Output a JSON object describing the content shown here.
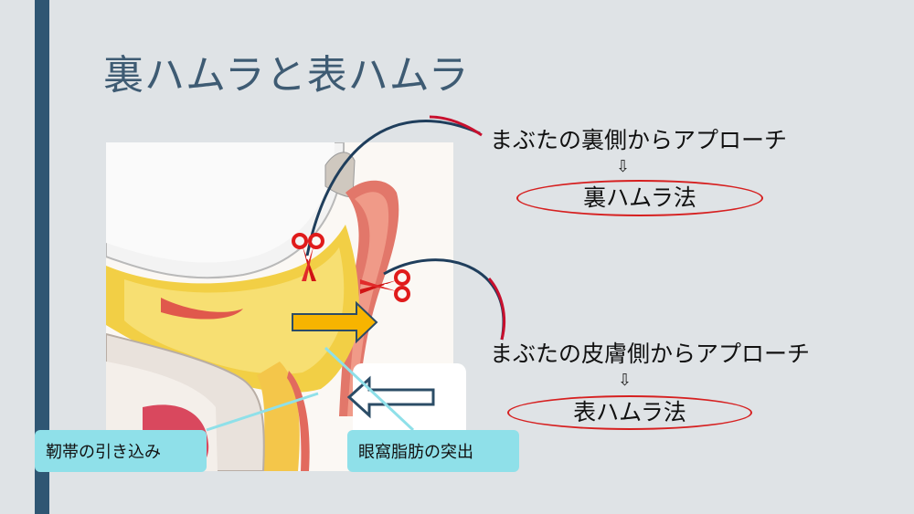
{
  "title": "裏ハムラと表ハムラ",
  "approaches": [
    {
      "text": "まぶたの裏側からアプローチ",
      "arrow": "⇩",
      "method": "裏ハムラ法"
    },
    {
      "text": "まぶたの皮膚側からアプローチ",
      "arrow": "⇩",
      "method": "表ハムラ法"
    }
  ],
  "callouts": {
    "ligament": "靭帯の引き込み",
    "fat": "眼窩脂肪の突出"
  },
  "icons": {
    "scissors_upper": "scissors-icon",
    "scissors_lower": "scissors-icon"
  },
  "colors": {
    "accent_bar": "#2f5673",
    "title": "#3e5b73",
    "ellipse": "#d62020",
    "callout_bg": "#8fe0e9",
    "curve": "#1f3e5c",
    "fat": "#f2cf45",
    "muscle": "#e2776a"
  }
}
